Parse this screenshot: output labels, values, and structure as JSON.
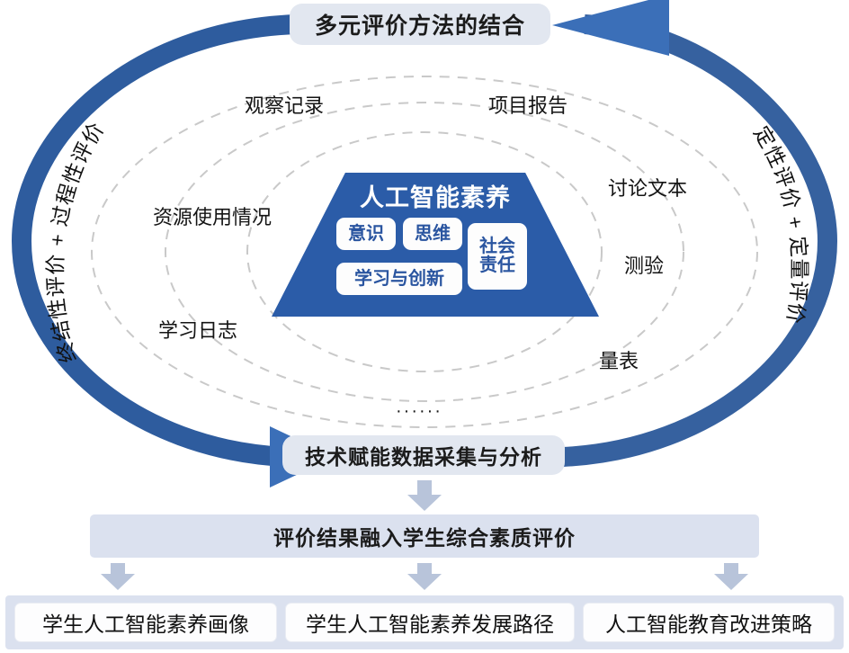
{
  "title_pill": {
    "label": "多元评价方法的结合"
  },
  "arcs": {
    "left_label": "终结性评价 + 过程性评价",
    "right_label": "定性评价 + 定量评价",
    "left_color": "#2e5c9e",
    "right_color": "#36619f",
    "arrow_color": "#3b6fb8"
  },
  "pyramid": {
    "heading": "人工智能素养",
    "fill_color": "#2b5ca8",
    "chip_text_color": "#2a55a0",
    "chips": [
      {
        "label": "意识"
      },
      {
        "label": "思维"
      },
      {
        "label": "社会\n责任",
        "line1": "社会",
        "line2": "责任"
      },
      {
        "label": "学习与创新"
      }
    ]
  },
  "evidence_labels": [
    {
      "text": "观察记录"
    },
    {
      "text": "项目报告"
    },
    {
      "text": "资源使用情况"
    },
    {
      "text": "讨论文本"
    },
    {
      "text": "测验"
    },
    {
      "text": "学习日志"
    },
    {
      "text": "量表"
    },
    {
      "text": "······"
    }
  ],
  "tech_pill": {
    "label": "技术赋能数据采集与分析"
  },
  "integrate_bar": {
    "label": "评价结果融入学生综合素质评价"
  },
  "outcomes": [
    {
      "label": "学生人工智能素养画像"
    },
    {
      "label": "学生人工智能素养发展路径"
    },
    {
      "label": "人工智能教育改进策略"
    }
  ],
  "palette": {
    "pill_bg": "#e2e7f0",
    "bar_bg": "#dbe1ef",
    "box_bg": "#fdfdfe",
    "down_arrow": "#b8c4da",
    "dashed_ellipse": "#c9c9c9"
  }
}
